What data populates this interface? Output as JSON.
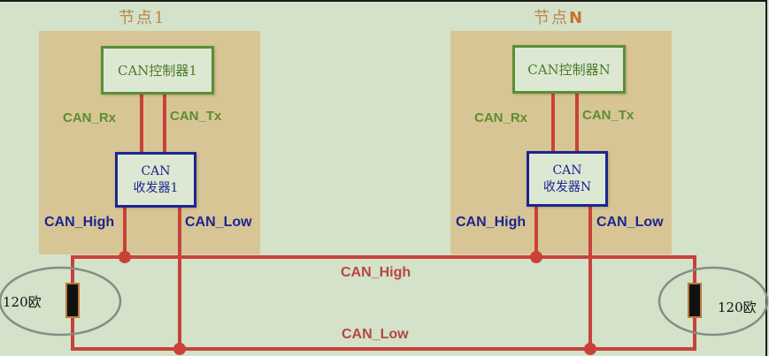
{
  "diagram": {
    "nodes": [
      {
        "title": "节点",
        "suffix": "1",
        "controller": "CAN控制器1",
        "transceiver_line1": "CAN",
        "transceiver_line2": "收发器1",
        "rx_label": "CAN_Rx",
        "tx_label": "CAN_Tx",
        "high_label": "CAN_High",
        "low_label": "CAN_Low"
      },
      {
        "title": "节点",
        "suffix": "N",
        "controller": "CAN控制器N",
        "transceiver_line1": "CAN",
        "transceiver_line2": "收发器N",
        "rx_label": "CAN_Rx",
        "tx_label": "CAN_Tx",
        "high_label": "CAN_High",
        "low_label": "CAN_Low"
      }
    ],
    "bus": {
      "high_label": "CAN_High",
      "low_label": "CAN_Low"
    },
    "terminators": [
      {
        "label": "120欧"
      },
      {
        "label": "120欧"
      }
    ],
    "colors": {
      "background": "#d3e2c8",
      "node_bg": "#d8c595",
      "wire": "#c8423a",
      "controller_border": "#5a8f35",
      "transceiver_border": "#1c2590"
    }
  }
}
